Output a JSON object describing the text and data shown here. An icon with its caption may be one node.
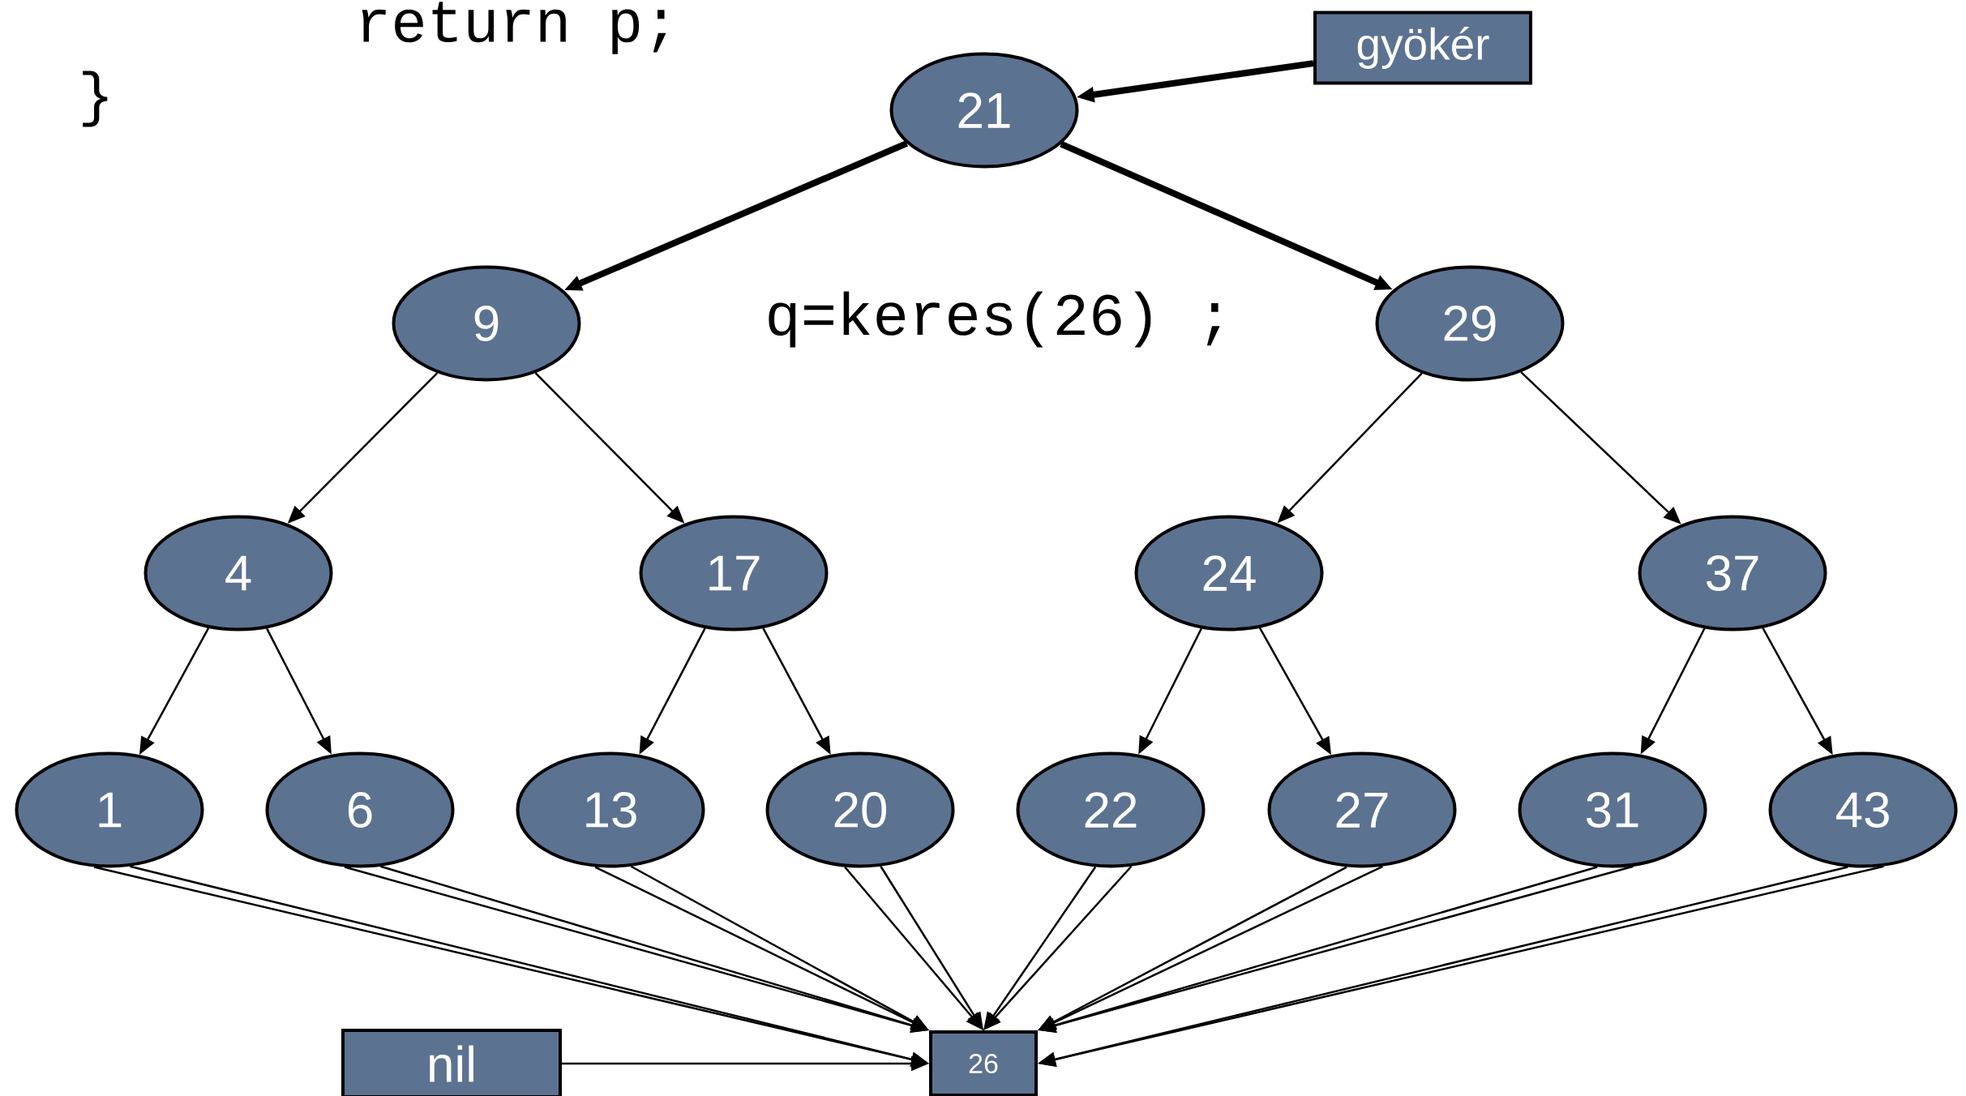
{
  "diagram": {
    "nodes": [
      {
        "text": [
          "gyökér"
        ]
      },
      {
        "text": [
          "21"
        ]
      },
      {
        "text": [
          "9"
        ]
      },
      {
        "text": [
          "29"
        ]
      },
      {
        "text": [
          "4"
        ]
      },
      {
        "text": [
          "17"
        ]
      },
      {
        "text": [
          "24"
        ]
      },
      {
        "text": [
          "37"
        ]
      },
      {
        "text": [
          "1"
        ]
      },
      {
        "text": [
          "6"
        ]
      },
      {
        "text": [
          "13"
        ]
      },
      {
        "text": [
          "20"
        ]
      },
      {
        "text": [
          "22"
        ]
      },
      {
        "text": [
          "27"
        ]
      },
      {
        "text": [
          "31"
        ]
      },
      {
        "text": [
          "43"
        ]
      },
      {
        "text": [
          "nil"
        ]
      },
      {
        "text": [
          "26"
        ]
      }
    ],
    "edges": [
      {
        "from": 0,
        "to": 1,
        "arrow": "to",
        "style": "thick"
      },
      {
        "from": 1,
        "to": 2,
        "arrow": "to",
        "style": "thick"
      },
      {
        "from": 1,
        "to": 3,
        "arrow": "to",
        "style": "thick"
      },
      {
        "from": 2,
        "to": 4,
        "arrow": "to"
      },
      {
        "from": 2,
        "to": 5,
        "arrow": "to"
      },
      {
        "from": 3,
        "to": 6,
        "arrow": "to"
      },
      {
        "from": 3,
        "to": 7,
        "arrow": "to"
      },
      {
        "from": 4,
        "to": 8,
        "arrow": "to"
      },
      {
        "from": 4,
        "to": 9,
        "arrow": "to"
      },
      {
        "from": 5,
        "to": 10,
        "arrow": "to"
      },
      {
        "from": 5,
        "to": 11,
        "arrow": "to"
      },
      {
        "from": 6,
        "to": 12,
        "arrow": "to"
      },
      {
        "from": 6,
        "to": 13,
        "arrow": "to"
      },
      {
        "from": 7,
        "to": 14,
        "arrow": "to"
      },
      {
        "from": 7,
        "to": 15,
        "arrow": "to"
      },
      {
        "from": 8,
        "to": 17,
        "arrow": "to"
      },
      {
        "from": 8,
        "to": 17,
        "arrow": "to"
      },
      {
        "from": 9,
        "to": 17,
        "arrow": "to"
      },
      {
        "from": 9,
        "to": 17,
        "arrow": "to"
      },
      {
        "from": 10,
        "to": 17,
        "arrow": "to"
      },
      {
        "from": 10,
        "to": 17,
        "arrow": "to"
      },
      {
        "from": 11,
        "to": 17,
        "arrow": "to"
      },
      {
        "from": 11,
        "to": 17,
        "arrow": "to"
      },
      {
        "from": 12,
        "to": 17,
        "arrow": "to"
      },
      {
        "from": 12,
        "to": 17,
        "arrow": "to"
      },
      {
        "from": 13,
        "to": 17,
        "arrow": "to"
      },
      {
        "from": 13,
        "to": 17,
        "arrow": "to"
      },
      {
        "from": 14,
        "to": 17,
        "arrow": "to"
      },
      {
        "from": 14,
        "to": 17,
        "arrow": "to"
      },
      {
        "from": 15,
        "to": 17,
        "arrow": "to"
      },
      {
        "from": 15,
        "to": 17,
        "arrow": "to"
      },
      {
        "from": 16,
        "to": 17,
        "arrow": "to"
      }
    ],
    "labels": [
      "return p;",
      "}",
      "q=keres(26) ;"
    ]
  }
}
